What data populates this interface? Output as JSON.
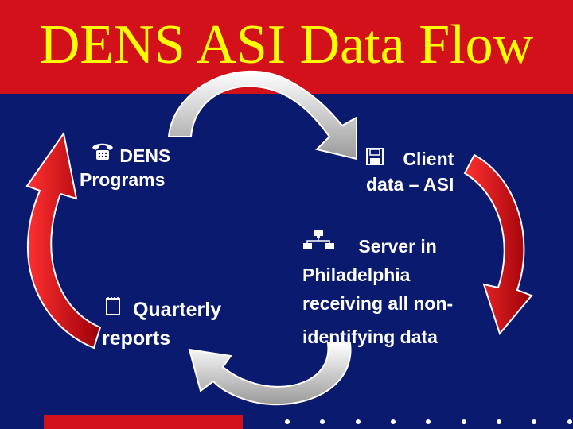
{
  "slide": {
    "title": "DENS ASI Data Flow",
    "colors": {
      "background": "#0a1a6e",
      "title_bar": "#d2111b",
      "title_text": "#ffff00",
      "arrow_red": "#d2111b",
      "arrow_gray": "#c8c8c8"
    }
  },
  "nodes": {
    "dens_programs": {
      "line1": "DENS",
      "line2": "Programs",
      "icon": "telephone-icon"
    },
    "client_data": {
      "line1": "Client",
      "line2": "data – ASI",
      "icon": "floppy-disk-icon"
    },
    "server": {
      "line1": "Server in",
      "line2": "Philadelphia",
      "line3": "receiving all non-",
      "line4": "identifying data",
      "icon": "network-icon"
    },
    "reports": {
      "line1": "Quarterly",
      "line2": "reports",
      "icon": "document-icon"
    }
  }
}
